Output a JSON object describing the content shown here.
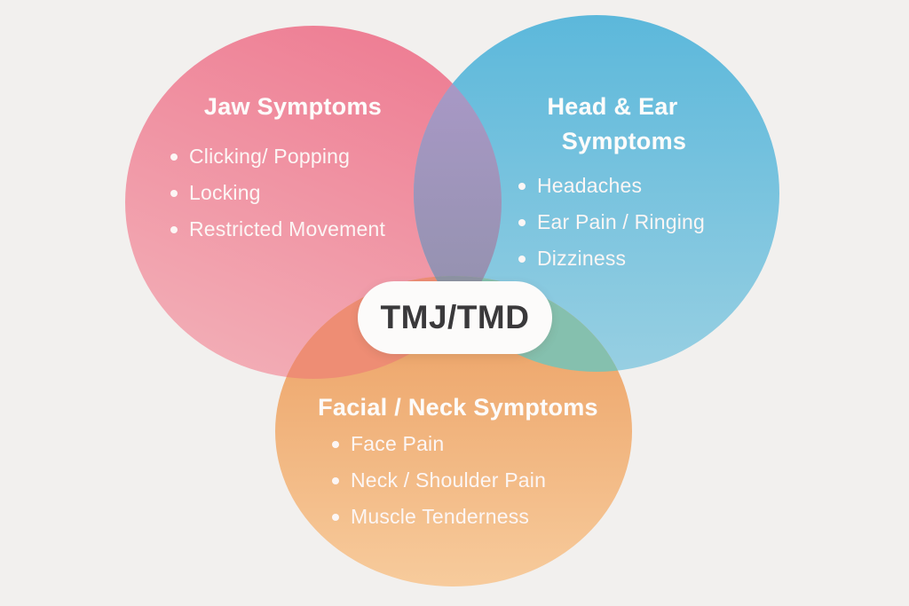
{
  "background": "#f2f0ee",
  "center": {
    "label": "TMJ/TMD",
    "bg": "#fcfbfa",
    "text_color": "#3a393b"
  },
  "circles": [
    {
      "title": "Jaw Symptoms",
      "color_top": "#ee7e94",
      "color_bottom": "#f3afb7",
      "items": [
        "Clicking/ Popping",
        "Locking",
        "Restricted Movement"
      ]
    },
    {
      "title_line1": "Head & Ear",
      "title_line2": "Symptoms",
      "color_top": "#5cb8db",
      "color_bottom": "#97cfe2",
      "items": [
        "Headaches",
        "Ear Pain / Ringing",
        "Dizziness"
      ]
    },
    {
      "title": "Facial / Neck Symptoms",
      "color_top": "#eb9d5f",
      "color_bottom": "#f7cb9c",
      "items": [
        "Face Pain",
        "Neck / Shoulder Pain",
        "Muscle Tenderness"
      ]
    }
  ],
  "overlaps": {
    "jaw_head_top": "#ab99c9",
    "jaw_head_bottom": "#8f90a9",
    "jaw_facial": "#ee8d74",
    "head_facial": "#85c0ae",
    "triple": "#8d93a3"
  },
  "text_colors": {
    "title": "#fdfcfb",
    "item": "#fcf6f5"
  }
}
